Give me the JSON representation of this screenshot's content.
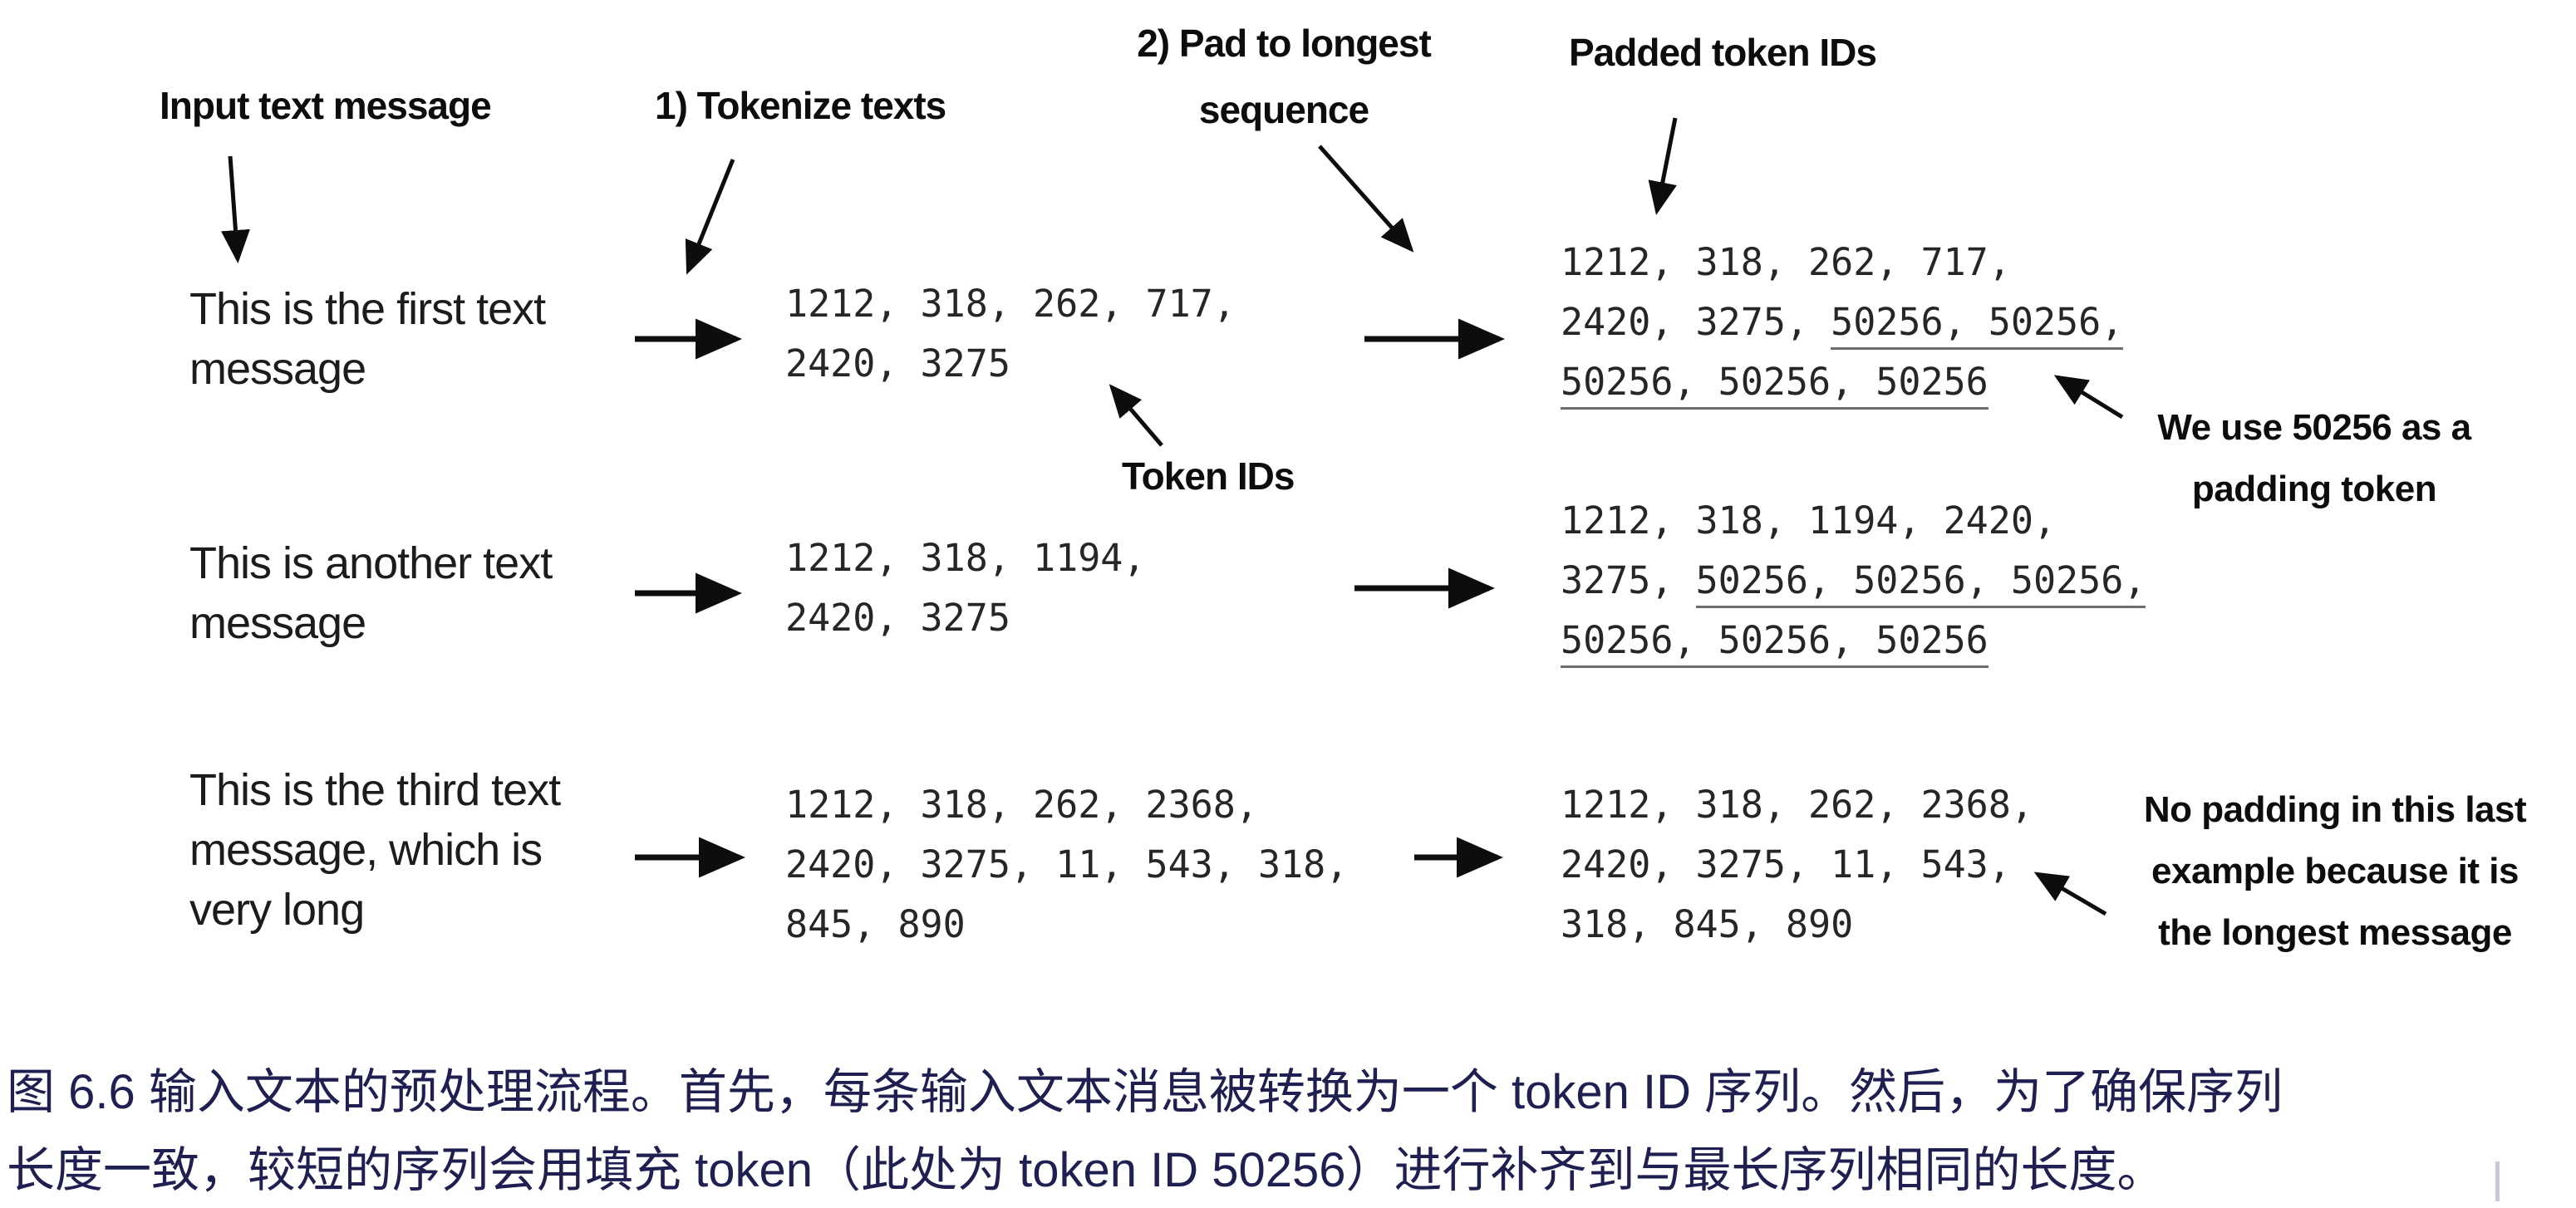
{
  "figure": {
    "labels": {
      "input": "Input text message",
      "tokenize": "1) Tokenize texts",
      "pad_line1": "2) Pad to longest",
      "pad_line2": "sequence",
      "padded": "Padded token IDs",
      "token_ids": "Token IDs"
    },
    "annotations": {
      "padding_note_line1": "We use 50256 as a",
      "padding_note_line2": "padding token",
      "no_padding_line1": "No padding in this last",
      "no_padding_line2": "example because it is",
      "no_padding_line3": "the longest message"
    },
    "rows": [
      {
        "input": [
          "This is the first text",
          "message"
        ],
        "tokens": [
          "1212, 318, 262, 717,",
          "2420, 3275"
        ],
        "padded_l1": "1212, 318, 262, 717,",
        "padded_l2_plain": "2420, 3275, ",
        "padded_l2_pad": "50256, 50256,",
        "padded_l3_plain": "",
        "padded_l3_pad": "50256, 50256, 50256"
      },
      {
        "input": [
          "This is another text",
          "message"
        ],
        "tokens": [
          "1212, 318, 1194,",
          "2420, 3275"
        ],
        "padded_l1": "1212, 318, 1194, 2420,",
        "padded_l2_plain": "3275, ",
        "padded_l2_pad": "50256, 50256, 50256,",
        "padded_l3_plain": "",
        "padded_l3_pad": "50256, 50256, 50256"
      },
      {
        "input": [
          "This is the third text",
          "message, which is",
          "very long"
        ],
        "tokens": [
          "1212, 318, 262, 2368,",
          "2420, 3275, 11, 543, 318,",
          "845, 890"
        ],
        "padded_l1": "1212, 318, 262, 2368,",
        "padded_l2_plain": "2420, 3275, 11, 543,",
        "padded_l2_pad": "",
        "padded_l3_plain": "318, 845, 890",
        "padded_l3_pad": ""
      }
    ],
    "padding_token_id": "50256"
  },
  "caption": {
    "line1": "图 6.6 输入文本的预处理流程。首先，每条输入文本消息被转换为一个 token ID 序列。然后，为了确保序列",
    "line2": "长度一致，较短的序列会用填充 token（此处为 token ID 50256）进行补齐到与最长序列相同的长度。",
    "color": "#1f1f52"
  },
  "colors": {
    "ink": "#1a1a1a",
    "caption_navy": "#1f1f52",
    "underline_gray": "#6e6e6e"
  }
}
